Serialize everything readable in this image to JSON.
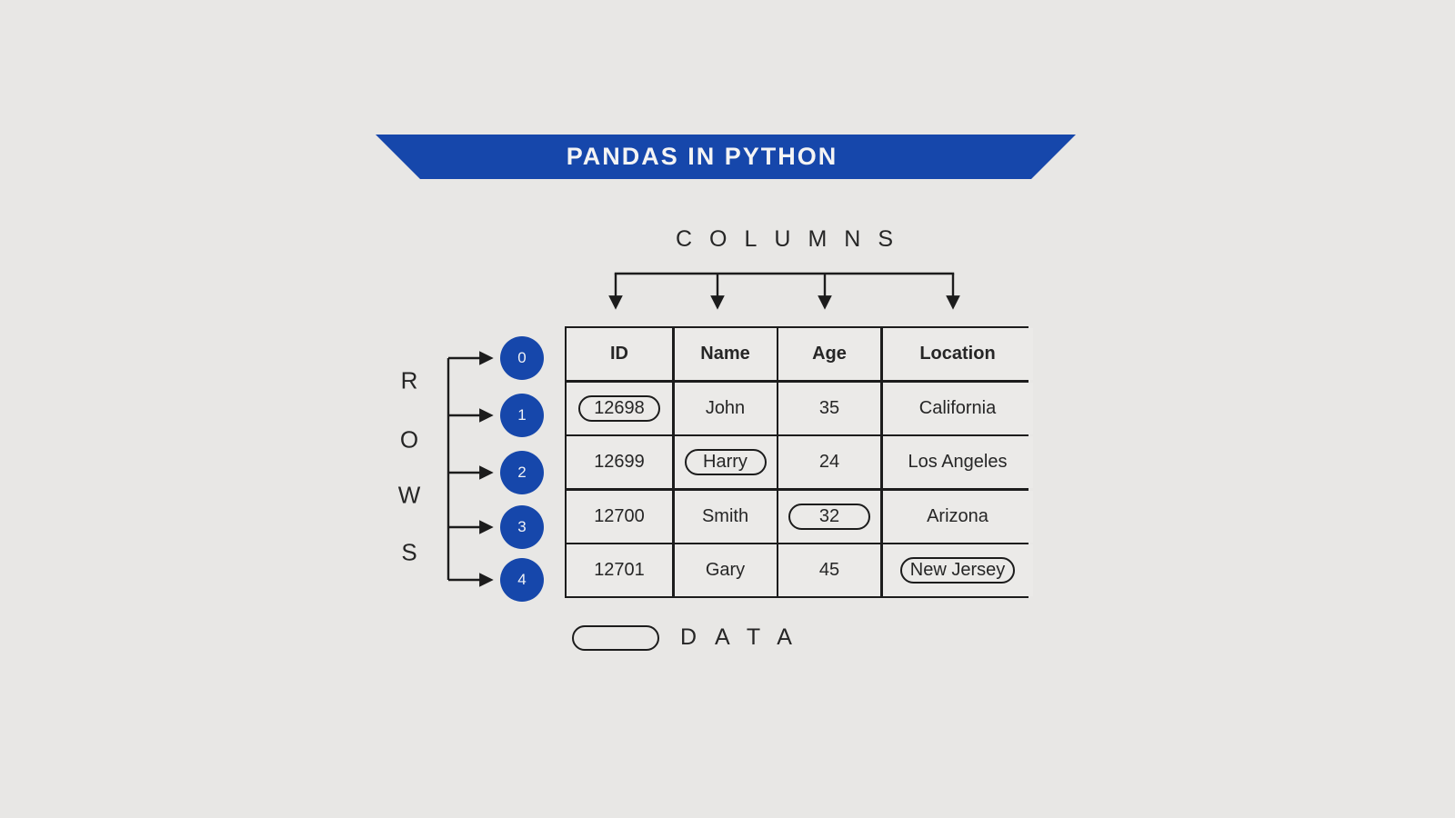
{
  "banner": {
    "title": "PANDAS IN PYTHON"
  },
  "labels": {
    "columns": "COLUMNS",
    "rows_letters": [
      "R",
      "O",
      "W",
      "S"
    ],
    "data_legend": "DATA"
  },
  "row_indices": [
    "0",
    "1",
    "2",
    "3",
    "4"
  ],
  "table": {
    "headers": [
      "ID",
      "Name",
      "Age",
      "Location"
    ],
    "rows": [
      [
        "12698",
        "John",
        "35",
        "California"
      ],
      [
        "12699",
        "Harry",
        "24",
        "Los Angeles"
      ],
      [
        "12700",
        "Smith",
        "32",
        "Arizona"
      ],
      [
        "12701",
        "Gary",
        "45",
        "New Jersey"
      ]
    ],
    "highlighted_cells": [
      {
        "row": 0,
        "col": 0,
        "value": "12698"
      },
      {
        "row": 1,
        "col": 1,
        "value": "Harry"
      },
      {
        "row": 2,
        "col": 2,
        "value": "32"
      },
      {
        "row": 3,
        "col": 3,
        "value": "New Jersey"
      }
    ]
  },
  "colors": {
    "accent_blue": "#1647ab",
    "background": "#e8e7e5",
    "cell_bg": "#ebeae8",
    "line": "#1c1c1c",
    "text": "#262626",
    "banner_text": "#f4f4f4"
  }
}
